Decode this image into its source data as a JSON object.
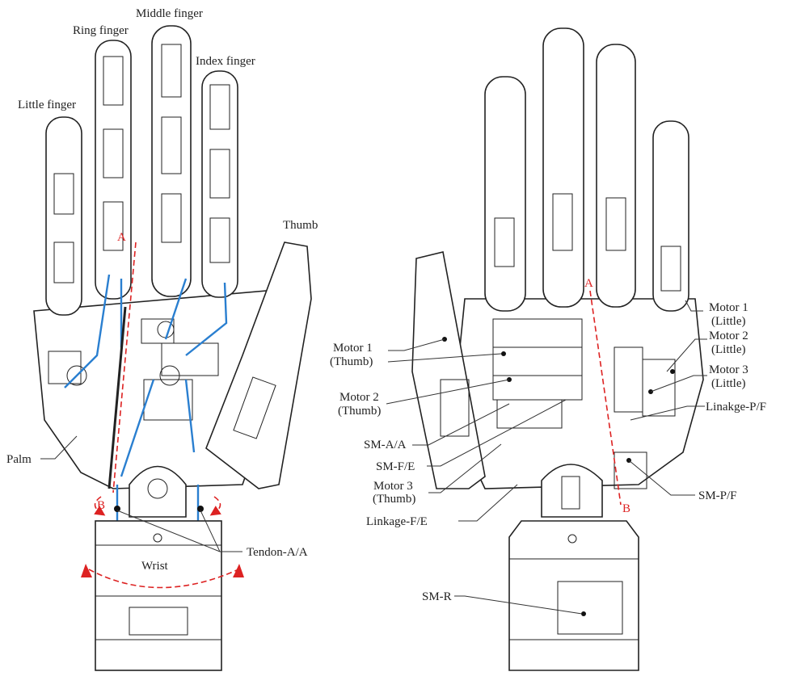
{
  "left_view": {
    "labels": {
      "middle_finger": "Middle finger",
      "ring_finger": "Ring finger",
      "index_finger": "Index finger",
      "little_finger": "Little finger",
      "thumb": "Thumb",
      "palm": "Palm",
      "wrist": "Wrist",
      "tendon": "Tendon-A/A",
      "axis_a": "A",
      "axis_b": "B"
    }
  },
  "right_view": {
    "labels": {
      "motor1_little_a": "Motor 1",
      "motor1_little_b": "(Little)",
      "motor2_little_a": "Motor 2",
      "motor2_little_b": "(Little)",
      "motor3_little_a": "Motor 3",
      "motor3_little_b": "(Little)",
      "linkage_pf": "Linakge-P/F",
      "sm_pf": "SM-P/F",
      "motor1_thumb_a": "Motor 1",
      "motor1_thumb_b": "(Thumb)",
      "motor2_thumb_a": "Motor 2",
      "motor2_thumb_b": "(Thumb)",
      "sm_aa": "SM-A/A",
      "sm_fe": "SM-F/E",
      "motor3_thumb_a": "Motor 3",
      "motor3_thumb_b": "(Thumb)",
      "linkage_fe": "Linkage-F/E",
      "sm_r": "SM-R",
      "axis_a": "A",
      "axis_b": "B"
    }
  },
  "colors": {
    "tendon": "#2a7fd0",
    "axis": "#dd2222"
  }
}
